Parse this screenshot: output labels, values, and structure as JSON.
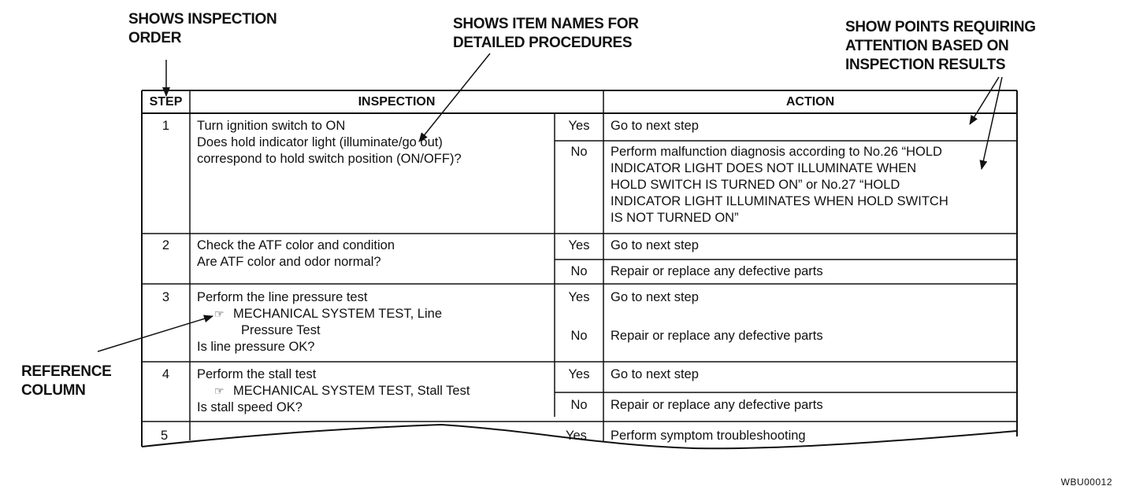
{
  "callouts": {
    "inspection_order": [
      "SHOWS INSPECTION",
      "ORDER"
    ],
    "item_names": [
      "SHOWS ITEM NAMES FOR",
      "DETAILED PROCEDURES"
    ],
    "attention_points": [
      "SHOW POINTS REQUIRING",
      "ATTENTION BASED ON",
      "INSPECTION RESULTS"
    ],
    "reference_column": [
      "REFERENCE",
      "COLUMN"
    ]
  },
  "table": {
    "headers": {
      "step": "STEP",
      "inspection": "INSPECTION",
      "action": "ACTION"
    },
    "ref_icon": "pointing-hand-reference-icon",
    "rows": [
      {
        "step": "1",
        "inspection": [
          "Turn ignition switch to ON",
          "Does hold indicator light (illuminate/go out)",
          "correspond to hold switch position (ON/OFF)?"
        ],
        "yes_label": "Yes",
        "yes_action": [
          "Go to next step"
        ],
        "no_label": "No",
        "no_action": [
          "Perform malfunction diagnosis according to No.26 “HOLD",
          "INDICATOR LIGHT DOES NOT ILLUMINATE WHEN",
          "HOLD SWITCH IS TURNED ON” or No.27 “HOLD",
          "INDICATOR LIGHT ILLUMINATES WHEN HOLD SWITCH",
          "IS NOT TURNED ON”"
        ]
      },
      {
        "step": "2",
        "inspection": [
          "Check the ATF color and condition",
          "Are ATF color and odor normal?"
        ],
        "yes_label": "Yes",
        "yes_action": [
          "Go to next step"
        ],
        "no_label": "No",
        "no_action": [
          "Repair or replace any defective parts"
        ]
      },
      {
        "step": "3",
        "inspection": [
          "Perform the line pressure test",
          "MECHANICAL SYSTEM TEST, Line",
          "Pressure Test",
          "Is line pressure OK?"
        ],
        "yes_label": "Yes",
        "yes_action": [
          "Go to next step"
        ],
        "no_label": "No",
        "no_action": [
          "Repair or replace any defective parts"
        ]
      },
      {
        "step": "4",
        "inspection": [
          "Perform the stall test",
          "MECHANICAL SYSTEM TEST, Stall Test",
          "Is stall speed OK?"
        ],
        "yes_label": "Yes",
        "yes_action": [
          "Go to next step"
        ],
        "no_label": "No",
        "no_action": [
          "Repair or replace any defective parts"
        ]
      },
      {
        "step": "5",
        "yes_label": "Yes",
        "yes_action": [
          "Perform symptom troubleshooting"
        ]
      }
    ]
  },
  "doc_code": "WBU00012"
}
